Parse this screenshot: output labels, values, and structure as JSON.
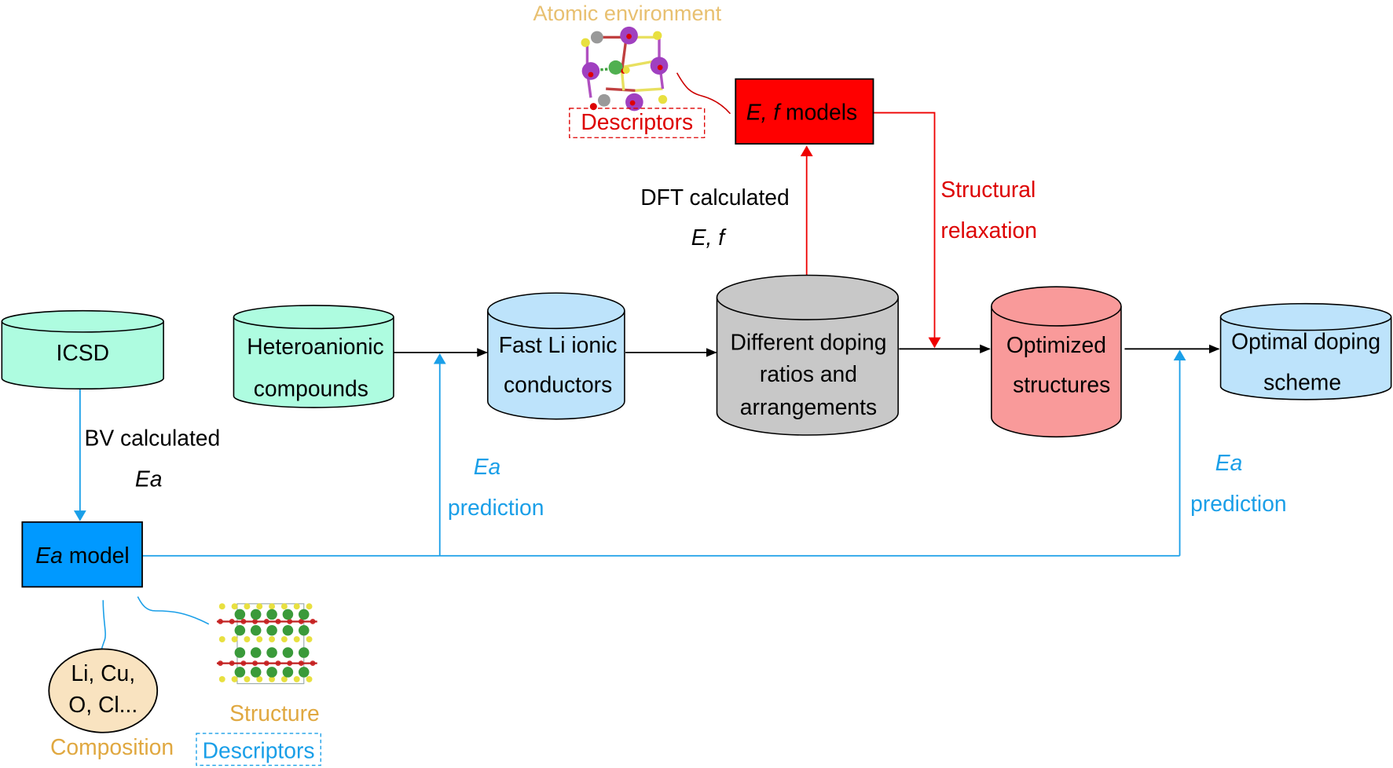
{
  "colors": {
    "teal": "#aefce0",
    "lightblue": "#bde3fb",
    "gray": "#c8c8c8",
    "pink": "#f99a9a",
    "red": "#ff0000",
    "blue": "#0099ff",
    "gold": "#e8b04a",
    "peach": "#f9e3c0"
  },
  "nodes": {
    "icsd": "ICSD",
    "hetero": [
      "Heteroanionic",
      "compounds"
    ],
    "fast_li": [
      "Fast Li ionic",
      "conductors"
    ],
    "doping": [
      "Different doping",
      "ratios and",
      "arrangements"
    ],
    "optimized": [
      "Optimized",
      "structures"
    ],
    "optimal": [
      "Optimal doping",
      "scheme"
    ]
  },
  "models": {
    "ef": {
      "italic": "E, f",
      "text": " models"
    },
    "ea": {
      "italic": "Ea",
      "text": " model"
    }
  },
  "labels": {
    "atomic_env": "Atomic environment",
    "descriptors_top": "Descriptors",
    "dft": "DFT calculated",
    "dft_ef": "E, f",
    "structural": "Structural",
    "relaxation": "relaxation",
    "bv": "BV calculated",
    "bv_ea": "Ea",
    "ea_pred1": "Ea",
    "pred1": "prediction",
    "ea_pred2": "Ea",
    "pred2": "prediction",
    "composition_line1": "Li, Cu,",
    "composition_line2": "O, Cl...",
    "composition": "Composition",
    "structure": "Structure",
    "descriptors_bottom": "Descriptors"
  }
}
